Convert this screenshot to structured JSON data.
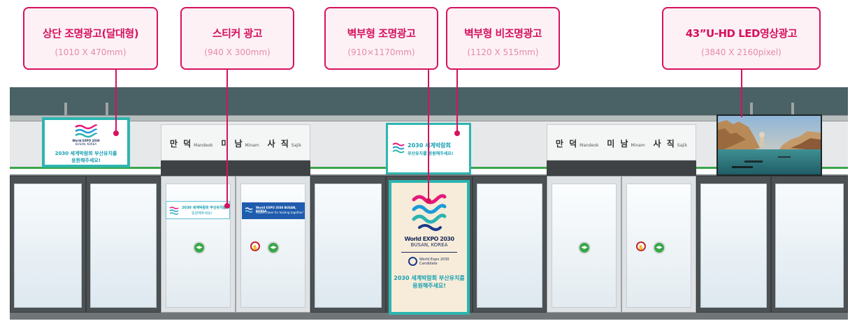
{
  "callouts": [
    {
      "title": "상단 조명광고(달대형)",
      "size": "(1010 X 470mm)"
    },
    {
      "title": "스티커 광고",
      "size": "(940 X 300mm)"
    },
    {
      "title": "벽부형 조명광고",
      "size": "(910×1170mm)"
    },
    {
      "title": "벽부형 비조명광고",
      "size": "(1120 X 515mm)"
    },
    {
      "title": "43”U-HD LED영상광고",
      "size": "(3840 X 2160pixel)"
    }
  ],
  "stations": [
    {
      "manduk_ko": "만 덕",
      "manduk_en": "Mandeok",
      "minam_ko": "미 남",
      "minam_en": "Minam",
      "sajik_ko": "사 직",
      "sajik_en": "Sajik"
    },
    {
      "manduk_ko": "만 덕",
      "manduk_en": "Mandeok",
      "minam_ko": "미 남",
      "minam_en": "Minam",
      "sajik_ko": "사 직",
      "sajik_en": "Sajik"
    }
  ],
  "ads": {
    "expo_line1": "World EXPO 2030",
    "expo_line2": "BUSAN, KOREA",
    "candidate": "World Expo 2030 Candidate",
    "slogan1": "2030 세계박람회 부산유치를",
    "slogan2": "응원해주세요!",
    "wall_line1": "2030 세계박람회",
    "wall_line2": "부산유치를 응원해주세요!",
    "sticker_text1": "2030 세계박람회 부산유치를",
    "sticker_text2": "응원해주세요!",
    "blue_line1": "World EXPO 2030 BUSAN, KOREA",
    "blue_line2": "Please cheer for hosting together!"
  },
  "colors": {
    "accent": "#d6125f",
    "teal": "#2db5b0",
    "green": "#3aa64a",
    "roof": "#4a6165"
  }
}
